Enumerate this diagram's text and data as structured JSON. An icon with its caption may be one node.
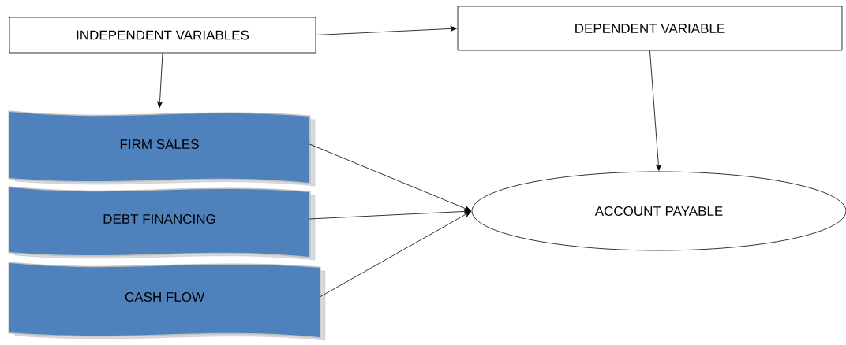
{
  "diagram": {
    "nodes": [
      {
        "text": [
          "INDEPENDENT VARIABLES"
        ]
      },
      {
        "text": [
          "DEPENDENT VARIABLE"
        ]
      },
      {
        "text": [
          "FIRM SALES"
        ]
      },
      {
        "text": [
          "DEBT FINANCING"
        ]
      },
      {
        "text": [
          "CASH FLOW"
        ]
      },
      {
        "text": [
          "ACCOUNT PAYABLE"
        ]
      }
    ],
    "edges": [
      {
        "from": 0,
        "to": 1,
        "arrow": "to"
      },
      {
        "from": 0,
        "to": 2,
        "arrow": "to"
      },
      {
        "from": 1,
        "to": 5,
        "arrow": "to"
      },
      {
        "from": 2,
        "to": 5,
        "arrow": "to"
      },
      {
        "from": 3,
        "to": 5,
        "arrow": "to"
      },
      {
        "from": 4,
        "to": 5,
        "arrow": "to"
      }
    ]
  }
}
